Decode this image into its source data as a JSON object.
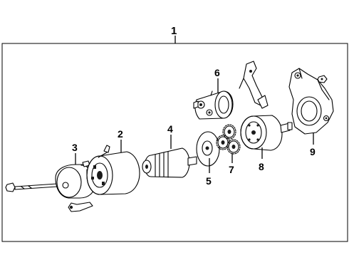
{
  "callouts": {
    "assembly": "1",
    "part_2": "2",
    "part_3": "3",
    "part_4": "4",
    "part_5": "5",
    "part_6": "6",
    "part_7": "7",
    "part_8": "8",
    "part_9": "9"
  }
}
